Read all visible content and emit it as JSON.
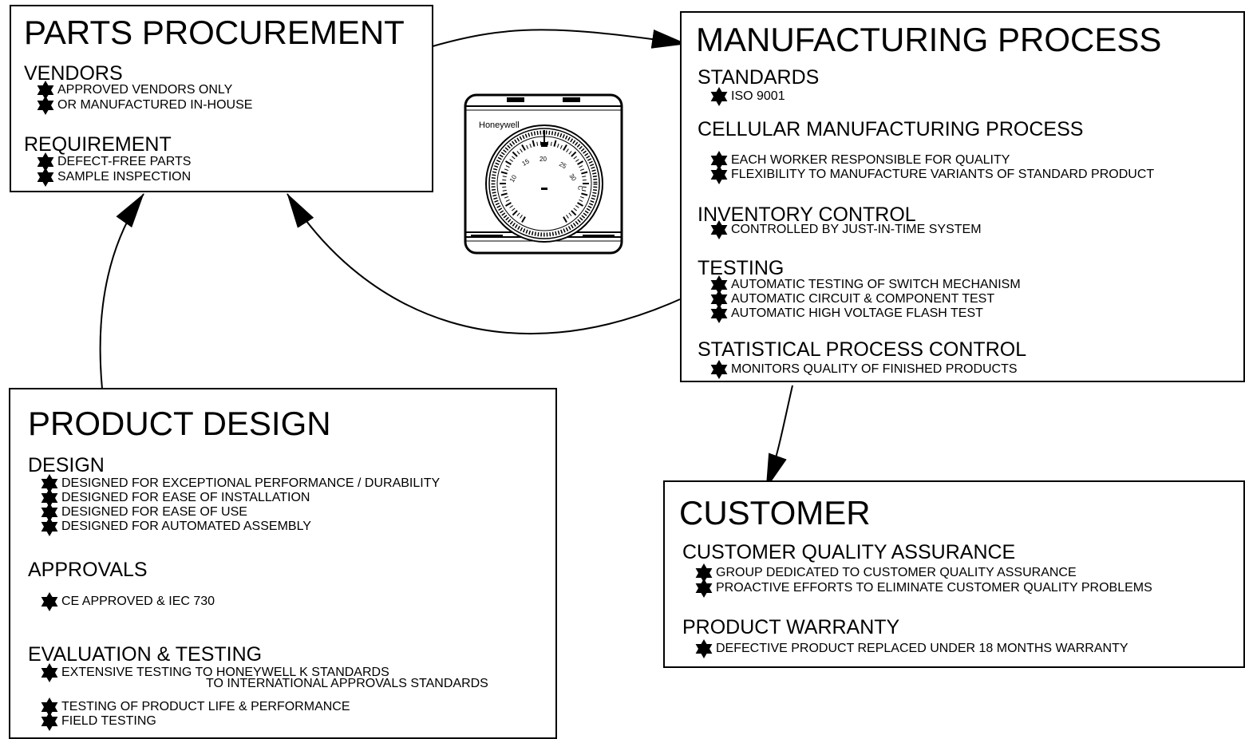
{
  "parts": {
    "title": "PARTS PROCUREMENT",
    "vendors_heading": "VENDORS",
    "vendors_items": [
      "APPROVED VENDORS ONLY",
      "OR MANUFACTURED IN-HOUSE"
    ],
    "requirement_heading": "REQUIREMENT",
    "requirement_items": [
      "DEFECT-FREE PARTS",
      "SAMPLE INSPECTION"
    ]
  },
  "manufacturing": {
    "title": "MANUFACTURING PROCESS",
    "standards_heading": "STANDARDS",
    "standards_items": [
      "ISO 9001"
    ],
    "cellular_heading": "CELLULAR MANUFACTURING PROCESS",
    "cellular_items": [
      "EACH WORKER RESPONSIBLE FOR QUALITY",
      "FLEXIBILITY TO MANUFACTURE VARIANTS OF STANDARD PRODUCT"
    ],
    "inventory_heading": "INVENTORY CONTROL",
    "inventory_items": [
      "CONTROLLED BY JUST-IN-TIME SYSTEM"
    ],
    "testing_heading": "TESTING",
    "testing_items": [
      "AUTOMATIC TESTING OF SWITCH MECHANISM",
      "AUTOMATIC CIRCUIT & COMPONENT TEST",
      "AUTOMATIC HIGH VOLTAGE FLASH TEST"
    ],
    "spc_heading": "STATISTICAL PROCESS CONTROL",
    "spc_items": [
      "MONITORS QUALITY OF FINISHED PRODUCTS"
    ]
  },
  "design": {
    "title": "PRODUCT DESIGN",
    "design_heading": "DESIGN",
    "design_items": [
      "DESIGNED FOR EXCEPTIONAL PERFORMANCE / DURABILITY",
      "DESIGNED FOR EASE OF INSTALLATION",
      "DESIGNED FOR EASE OF USE",
      "DESIGNED FOR AUTOMATED ASSEMBLY"
    ],
    "approvals_heading": "APPROVALS",
    "approvals_items": [
      "CE APPROVED & IEC 730"
    ],
    "eval_heading": "EVALUATION & TESTING",
    "eval_item_1": "EXTENSIVE TESTING TO HONEYWELL K STANDARDS",
    "eval_item_1_cont": "TO INTERNATIONAL APPROVALS STANDARDS",
    "eval_items_rest": [
      "TESTING OF PRODUCT LIFE & PERFORMANCE",
      "FIELD TESTING"
    ]
  },
  "customer": {
    "title": "CUSTOMER",
    "cqa_heading": "CUSTOMER QUALITY ASSURANCE",
    "cqa_items": [
      "GROUP DEDICATED TO CUSTOMER QUALITY ASSURANCE",
      "PROACTIVE EFFORTS TO ELIMINATE CUSTOMER QUALITY PROBLEMS"
    ],
    "warranty_heading": "PRODUCT WARRANTY",
    "warranty_items": [
      "DEFECTIVE PRODUCT REPLACED UNDER 18 MONTHS WARRANTY"
    ]
  },
  "thermostat": {
    "brand": "Honeywell",
    "scale": [
      "10",
      "15",
      "20",
      "25",
      "30",
      "C"
    ]
  },
  "icons": {
    "bullet": "six-point-star-icon"
  },
  "colors": {
    "ink": "#000000",
    "background": "#ffffff"
  }
}
